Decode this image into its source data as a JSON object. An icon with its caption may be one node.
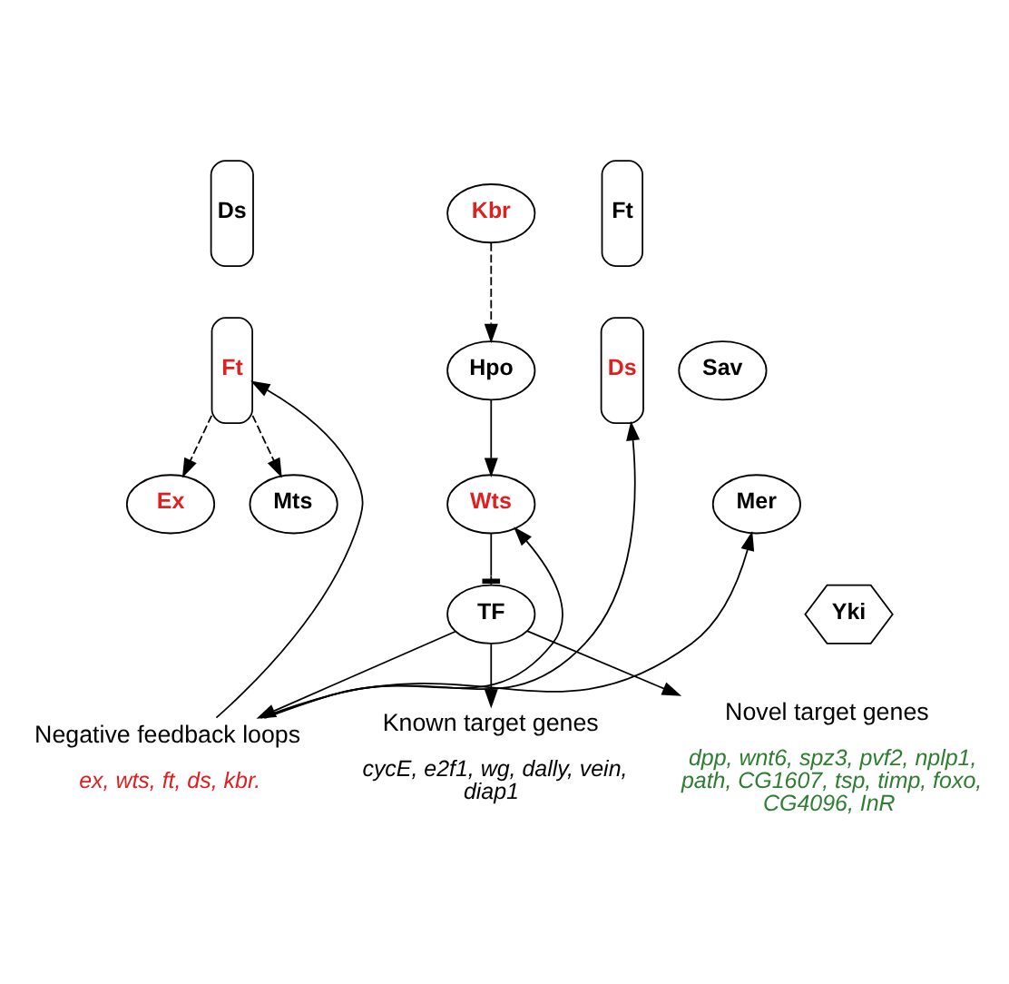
{
  "diagram": {
    "nodes": [
      {
        "text": [
          "Ds"
        ]
      },
      {
        "text": [
          "Ft"
        ]
      },
      {
        "text": [
          "Ft"
        ]
      },
      {
        "text": [
          "Ds"
        ]
      },
      {
        "text": [
          "Ex"
        ]
      },
      {
        "text": [
          "Mer"
        ]
      },
      {
        "text": [
          "Kbr"
        ]
      },
      {
        "text": [
          "Sav"
        ]
      },
      {
        "text": [
          "Hpo"
        ]
      },
      {
        "text": [
          "Mts"
        ]
      },
      {
        "text": [
          "Wts"
        ]
      },
      {
        "text": [
          "TF"
        ]
      },
      {
        "text": [
          "Yki"
        ]
      },
      {
        "text": [
          "Known target genes",
          "cycE, e2f1, wg, dally, vein, diap1"
        ]
      },
      {
        "text": [
          "Novel target genes",
          "dpp, wnt6, spz3, pvf2, nplp1, path, CG1607, tsp, timp, foxo, CG4096, InR"
        ]
      },
      {
        "text": [
          "Negative feedback loops",
          "ex, wts, ft, ds, kbr."
        ]
      }
    ],
    "edges": [
      {
        "from": 2,
        "to": 4,
        "arrow": "to",
        "style": "dashed"
      },
      {
        "from": 2,
        "to": 9,
        "arrow": "to",
        "style": "dashed"
      },
      {
        "from": 6,
        "to": 8,
        "arrow": "to",
        "style": "dashed"
      },
      {
        "from": 8,
        "to": 10,
        "arrow": "to"
      },
      {
        "from": 10,
        "to": 11,
        "arrow": "other"
      },
      {
        "from": 11,
        "to": 13,
        "arrow": "to"
      },
      {
        "from": 11,
        "to": 14,
        "arrow": "to"
      },
      {
        "from": 11,
        "to": 15,
        "arrow": "to"
      },
      {
        "from": 15,
        "to": 2,
        "arrow": "to"
      },
      {
        "from": 15,
        "to": 3,
        "arrow": "to"
      },
      {
        "from": 15,
        "to": 5,
        "arrow": "to"
      },
      {
        "from": 15,
        "to": 10,
        "arrow": "to"
      }
    ]
  }
}
